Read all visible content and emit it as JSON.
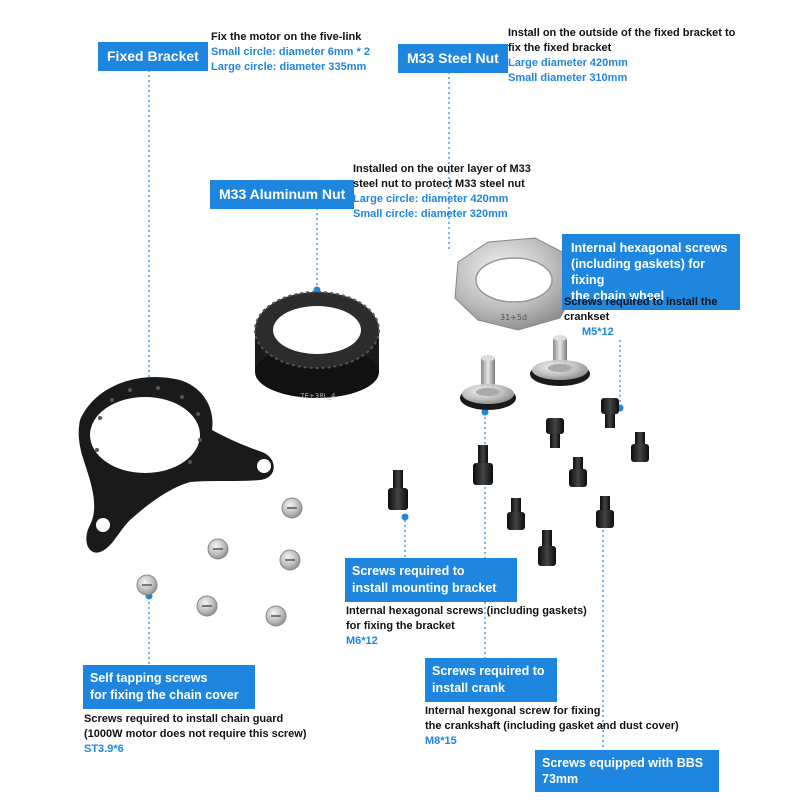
{
  "fixed_bracket": {
    "label": "Fixed Bracket",
    "line1": "Fix the motor on the five-link",
    "line2": "Small circle: diameter 6mm * 2",
    "line3": "Large circle: diameter 335mm"
  },
  "steel_nut": {
    "label": "M33 Steel Nut",
    "line1": "Install on the outside of the fixed bracket to",
    "line2": "fix the fixed bracket",
    "line3": "Large diameter 420mm",
    "line4": "Small diameter 310mm"
  },
  "aluminum_nut": {
    "label": "M33 Aluminum Nut",
    "line1": "Installed on the outer layer of M33",
    "line2": "steel nut to protect M33 steel nut",
    "line3": "Large circle: diameter 420mm",
    "line4": "Small circle: diameter 320mm"
  },
  "chain_wheel_screws": {
    "label_line1": "Internal hexagonal screws",
    "label_line2": "(including gaskets) for fixing",
    "label_line3": "the chain wheel",
    "line1": "Screws required to install the",
    "line2": "crankset",
    "spec": "M5*12"
  },
  "mounting_screws": {
    "label_line1": "Screws required to",
    "label_line2": "install mounting bracket",
    "line1": "Internal hexagonal screws (including gaskets)",
    "line2": "for fixing the bracket",
    "spec": "M6*12"
  },
  "crank_screws": {
    "label_line1": "Screws required to",
    "label_line2": "install crank",
    "line1": "Internal hexgonal screw for fixing",
    "line2": "the crankshaft (including gasket and dust cover)",
    "spec": "M8*15"
  },
  "self_tapping": {
    "label_line1": "Self tapping screws",
    "label_line2": "for fixing the chain cover",
    "line1": "Screws required to install chain guard",
    "line2": "(1000W motor does not require this screw)",
    "spec": "ST3.9*6"
  },
  "bbs_screws": {
    "label_line1": "Screws equipped with BBS",
    "label_line2": "73mm"
  },
  "aluminum_nut_engraving": "7E+38L_4",
  "steel_nut_engraving": "31+5d",
  "colors": {
    "accent": "#1f86e0",
    "black_part": "#1a1a1a",
    "silver_part": "#c8c8c8"
  }
}
